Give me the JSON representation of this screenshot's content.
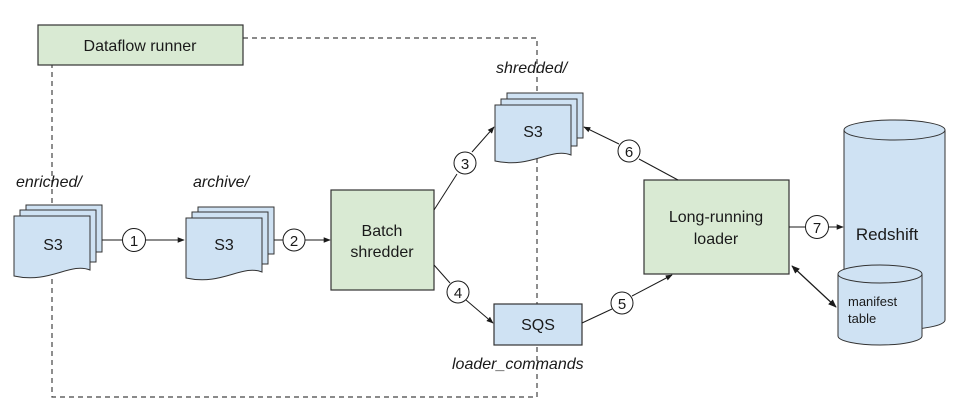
{
  "diagram": {
    "container": {
      "label": "Dataflow runner"
    },
    "nodes": {
      "s3_enriched": {
        "label": "S3",
        "caption": "enriched/"
      },
      "s3_archive": {
        "label": "S3",
        "caption": "archive/"
      },
      "batch_shredder": {
        "line1": "Batch",
        "line2": "shredder"
      },
      "s3_shredded": {
        "label": "S3",
        "caption": "shredded/"
      },
      "sqs": {
        "label": "SQS",
        "caption": "loader_commands"
      },
      "loader": {
        "line1": "Long-running",
        "line2": "loader"
      },
      "redshift": {
        "label": "Redshift"
      },
      "manifest": {
        "line1": "manifest",
        "line2": "table"
      }
    },
    "steps": [
      "1",
      "2",
      "3",
      "4",
      "5",
      "6",
      "7"
    ],
    "colors": {
      "green_fill": "#d9ead3",
      "blue_fill": "#cfe2f3",
      "stroke": "#3b3b3b"
    }
  }
}
